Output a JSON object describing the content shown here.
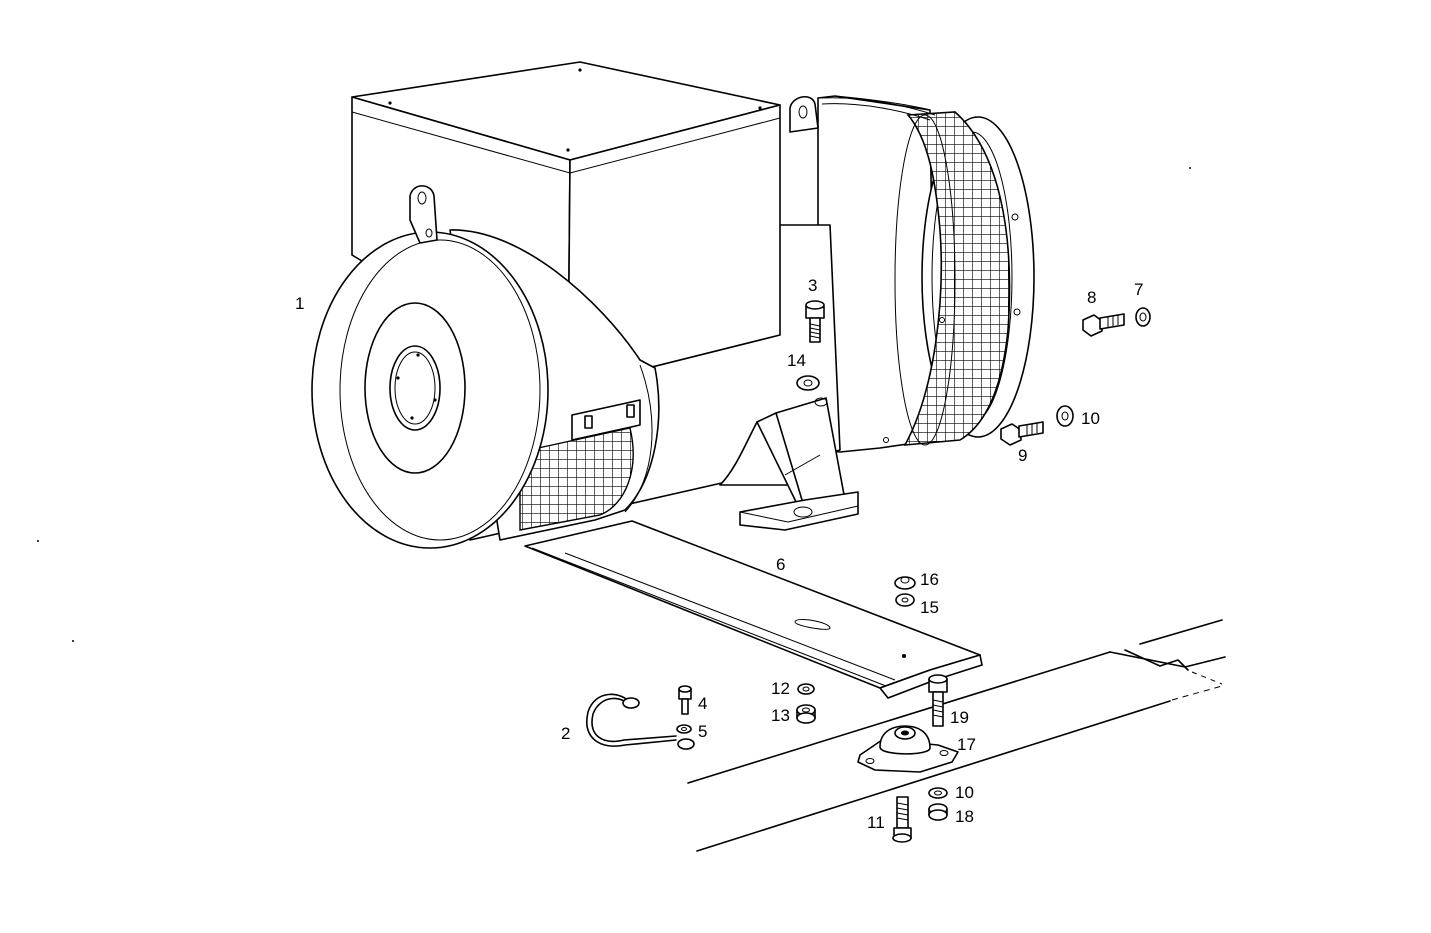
{
  "diagram": {
    "callouts": [
      "1",
      "2",
      "3",
      "4",
      "5",
      "6",
      "7",
      "8",
      "9",
      "10",
      "10",
      "11",
      "12",
      "13",
      "14",
      "15",
      "16",
      "17",
      "18",
      "19"
    ]
  }
}
